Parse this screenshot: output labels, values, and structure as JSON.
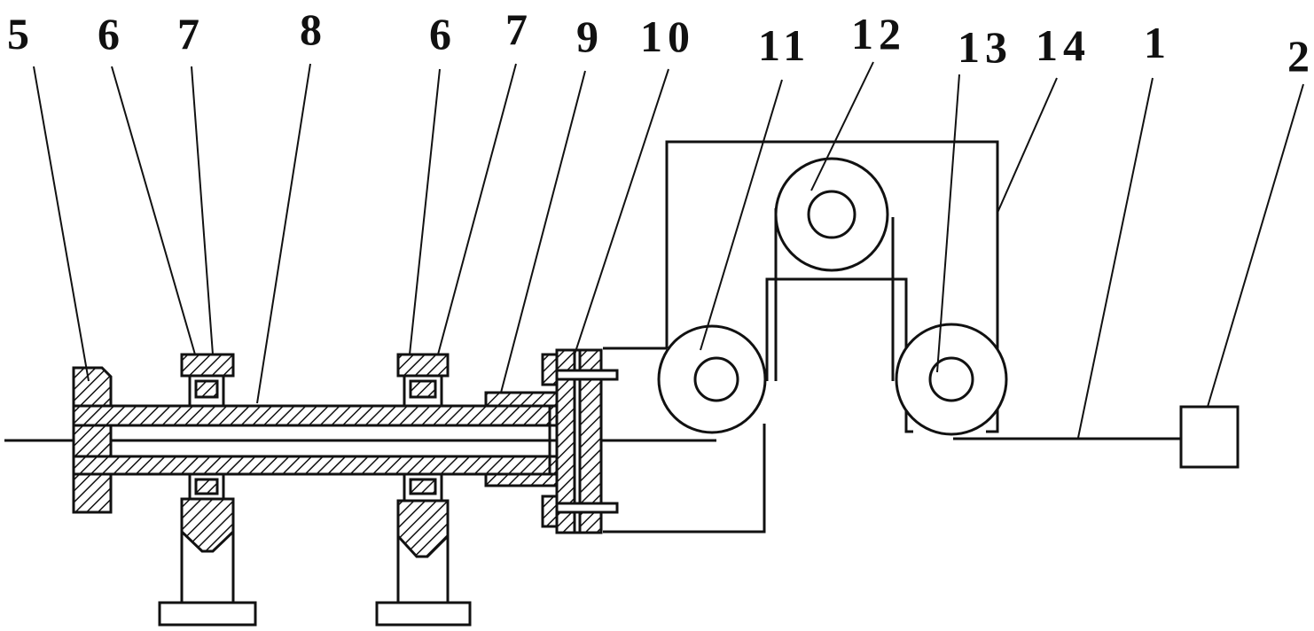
{
  "diagram": {
    "callouts": [
      {
        "id": "c5",
        "label": "5"
      },
      {
        "id": "c6a",
        "label": "6"
      },
      {
        "id": "c7a",
        "label": "7"
      },
      {
        "id": "c8",
        "label": "8"
      },
      {
        "id": "c6b",
        "label": "6"
      },
      {
        "id": "c7b",
        "label": "7"
      },
      {
        "id": "c9",
        "label": "9"
      },
      {
        "id": "c10",
        "label": "10"
      },
      {
        "id": "c11",
        "label": "11"
      },
      {
        "id": "c12",
        "label": "12"
      },
      {
        "id": "c13",
        "label": "13"
      },
      {
        "id": "c14",
        "label": "14"
      },
      {
        "id": "c1",
        "label": "1"
      },
      {
        "id": "c2",
        "label": "2"
      }
    ]
  }
}
